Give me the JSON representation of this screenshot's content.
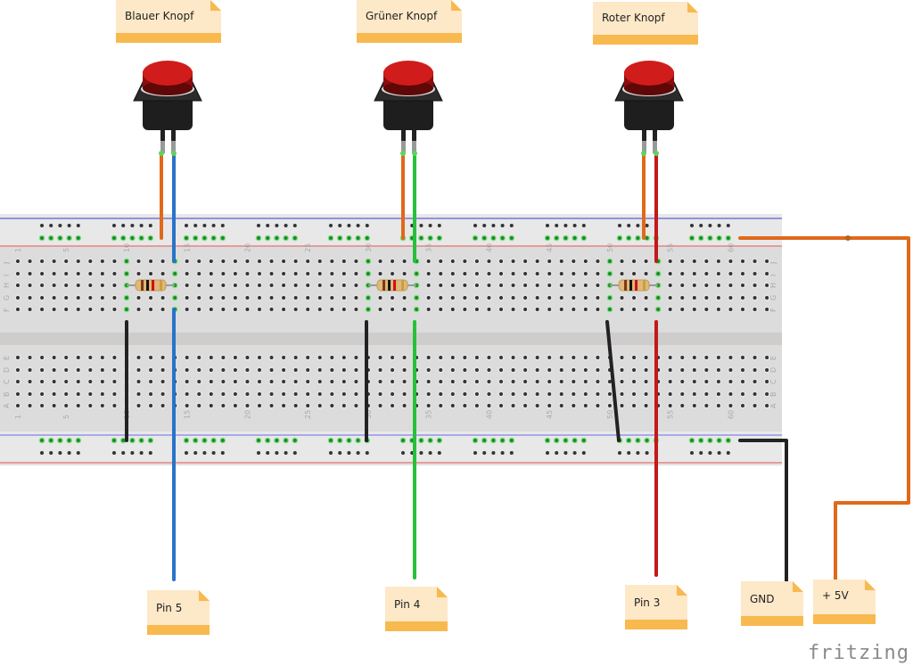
{
  "labels": {
    "buttons": [
      "Blauer Knopf",
      "Grüner Knopf",
      "Roter Knopf"
    ],
    "pins": [
      "Pin 5",
      "Pin 4",
      "Pin 3"
    ],
    "gnd": "GND",
    "vcc": "+ 5V"
  },
  "breadboard": {
    "row_letters_top": [
      "J",
      "I",
      "H",
      "G",
      "F"
    ],
    "row_letters_bottom": [
      "E",
      "D",
      "C",
      "B",
      "A"
    ],
    "column_numbers": [
      "1",
      "5",
      "10",
      "15",
      "20",
      "25",
      "30",
      "35",
      "40",
      "45",
      "50",
      "55",
      "60"
    ]
  },
  "wire_colors": {
    "blue": "#2a73c8",
    "green": "#26c03a",
    "red": "#c21a1a",
    "orange": "#e0691a",
    "black": "#222222"
  },
  "logo": "fritzing"
}
